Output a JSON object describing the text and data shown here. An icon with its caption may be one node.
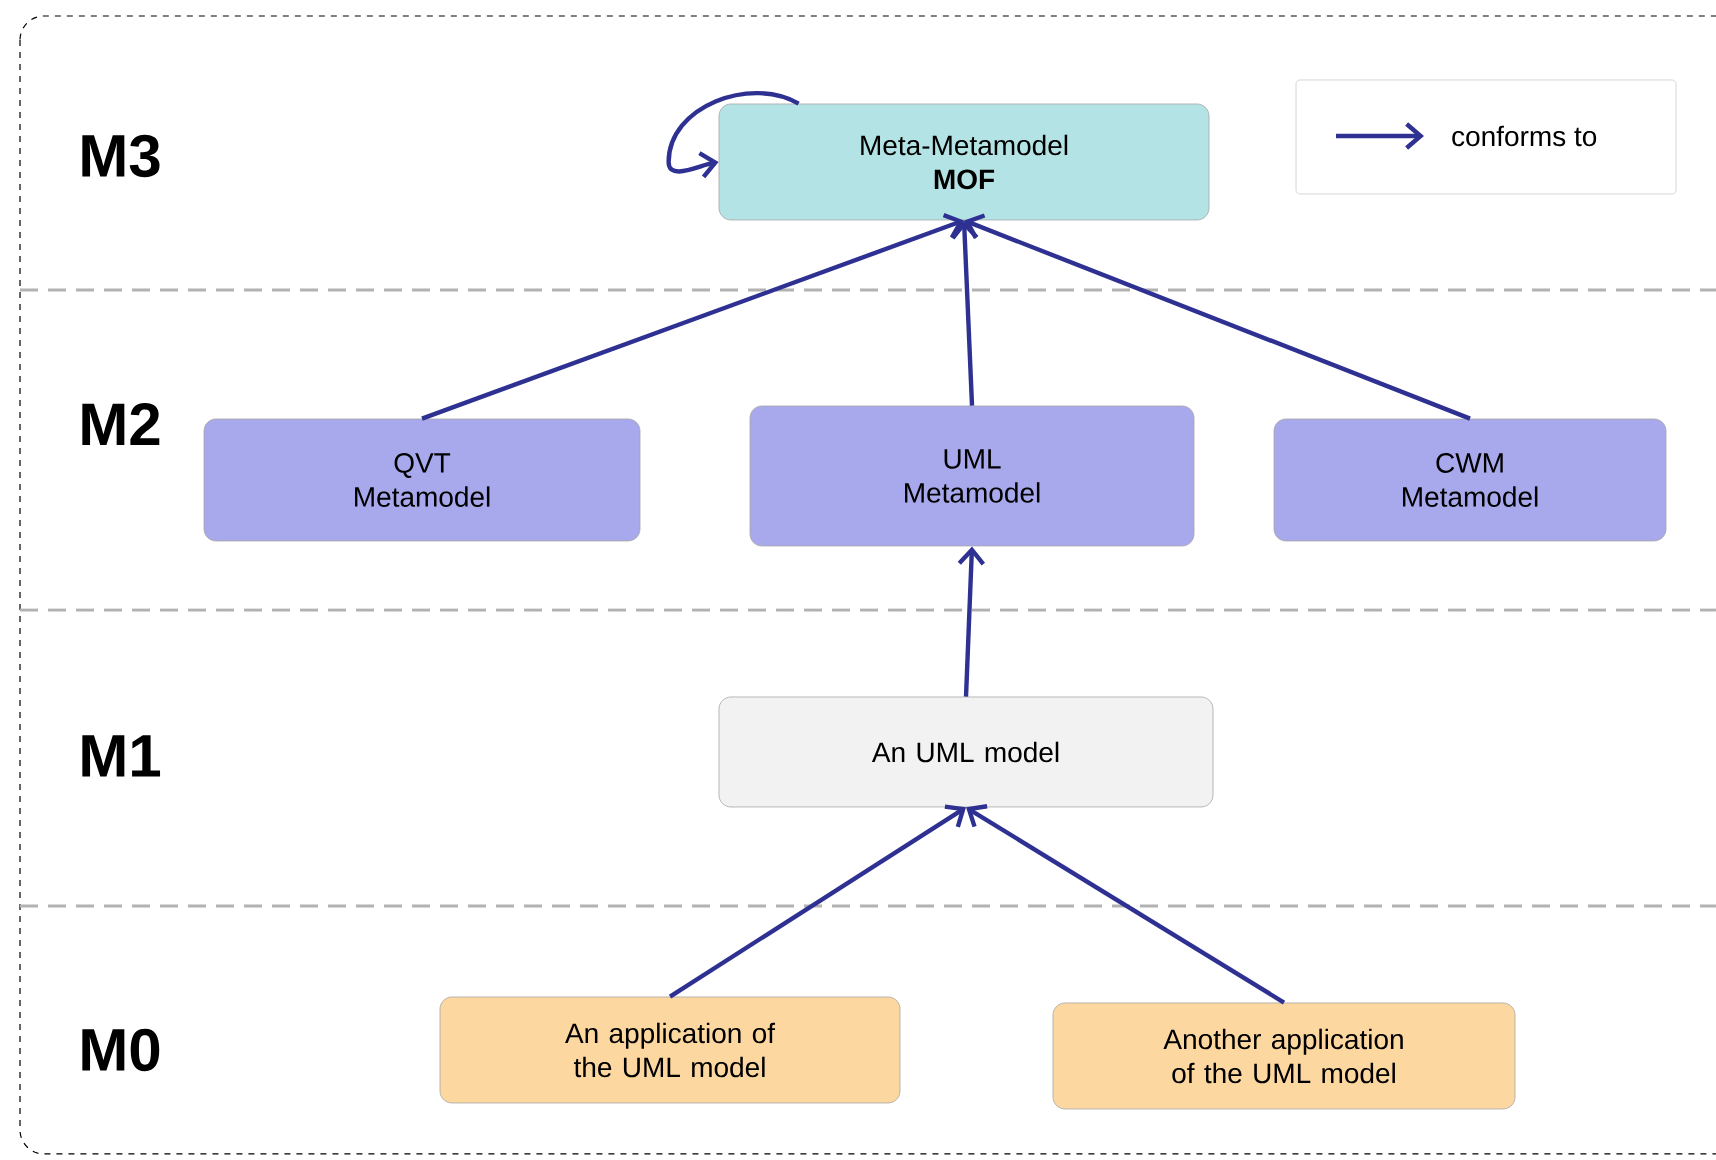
{
  "diagram": {
    "nodes": [
      {
        "text": [
          "Meta-Metamodel",
          "MOF"
        ]
      },
      {
        "text": [
          "QVT Metamodel"
        ]
      },
      {
        "text": [
          "UML Metamodel"
        ]
      },
      {
        "text": [
          "CWM Metamodel"
        ]
      },
      {
        "text": [
          "An UML model"
        ]
      },
      {
        "text": [
          "An application of the UML model"
        ]
      },
      {
        "text": [
          "Another application of the UML model"
        ]
      }
    ],
    "edges": [
      {
        "from": 0,
        "to": 0,
        "arrow": "to"
      },
      {
        "from": 1,
        "to": 0,
        "arrow": "to"
      },
      {
        "from": 2,
        "to": 0,
        "arrow": "to"
      },
      {
        "from": 3,
        "to": 0,
        "arrow": "to"
      },
      {
        "from": 4,
        "to": 2,
        "arrow": "to"
      },
      {
        "from": 5,
        "to": 4,
        "arrow": "to"
      },
      {
        "from": 6,
        "to": 4,
        "arrow": "to"
      }
    ],
    "labels": [
      "M3",
      "M2",
      "M1",
      "M0"
    ],
    "legend": [
      {
        "text": "conforms to"
      }
    ]
  }
}
